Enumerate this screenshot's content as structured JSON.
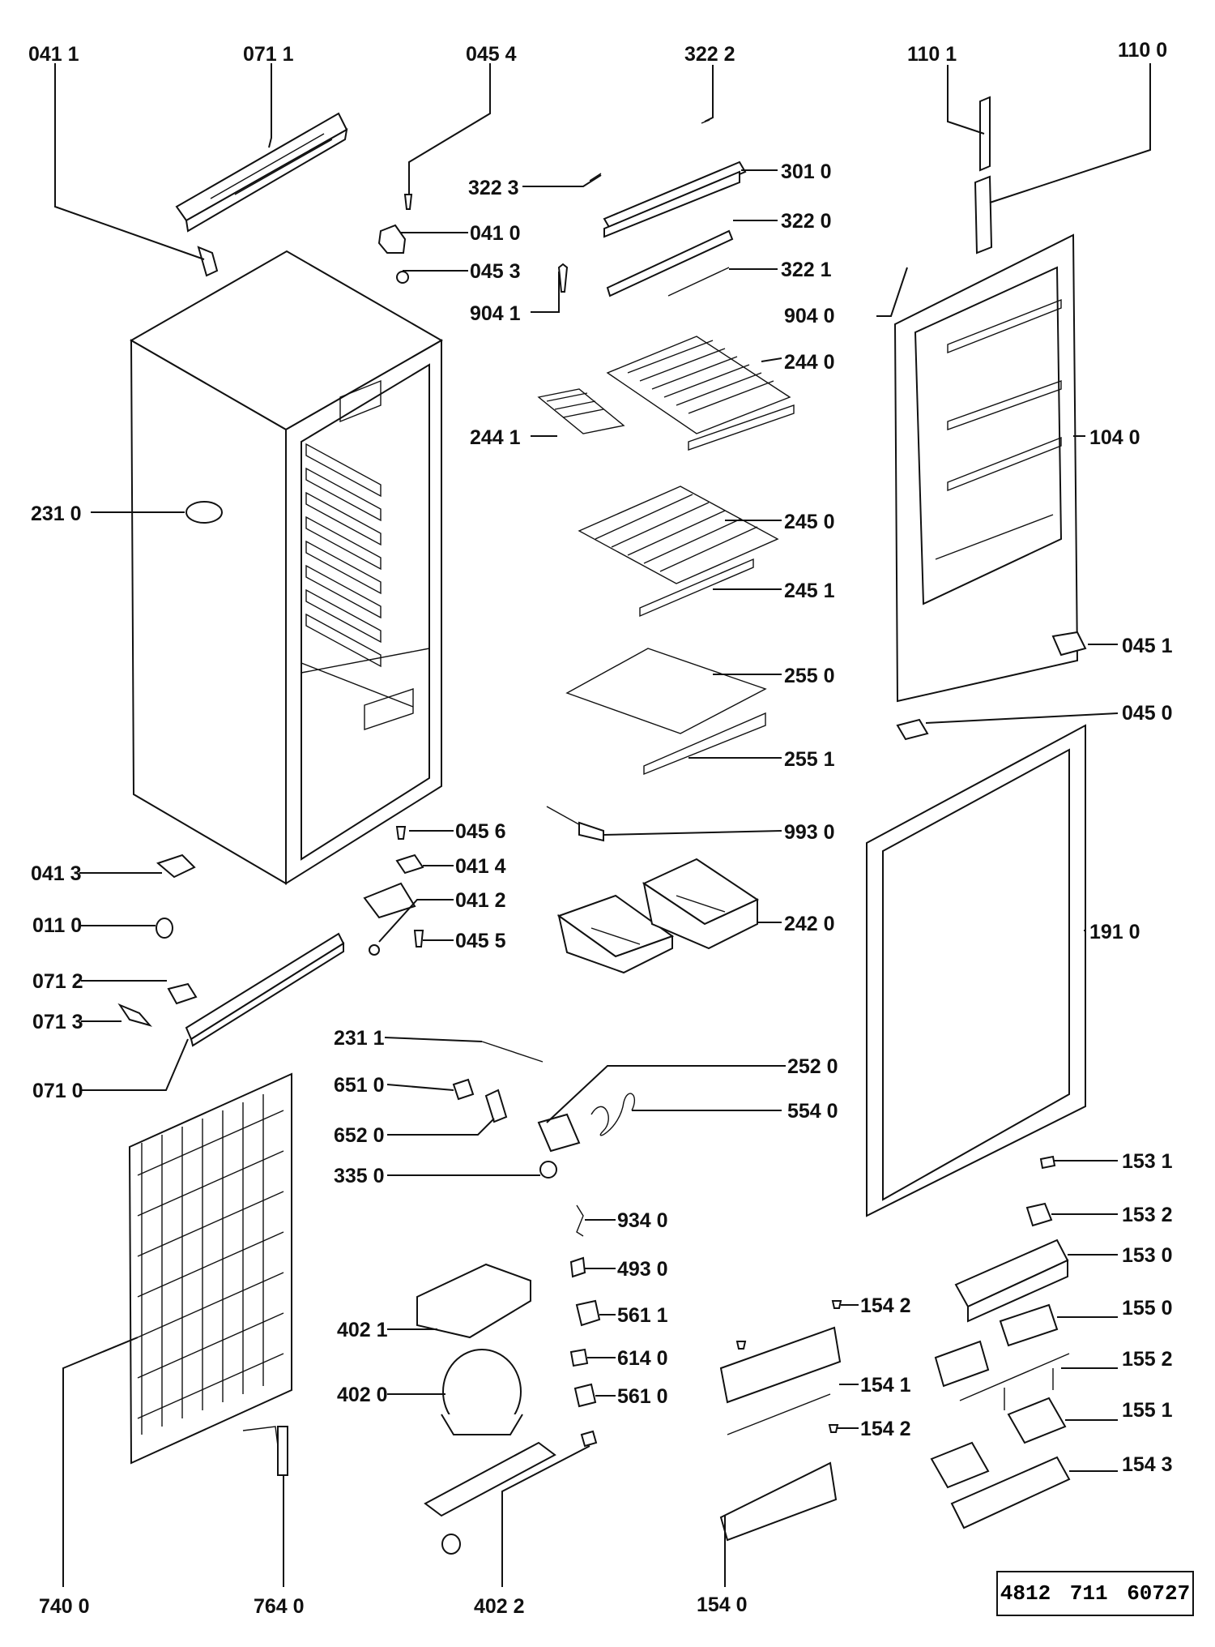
{
  "labels": {
    "l0411": "041 1",
    "l0711": "071 1",
    "l0454": "045 4",
    "l3222": "322 2",
    "l1101": "110 1",
    "l1100": "110 0",
    "l3223": "322 3",
    "l3010": "301 0",
    "l0410": "041 0",
    "l3220": "322 0",
    "l0453": "045 3",
    "l3221": "322 1",
    "l9041": "904 1",
    "l9040": "904 0",
    "l2440": "244 0",
    "l2441": "244 1",
    "l1040": "104 0",
    "l2310": "231 0",
    "l2450": "245 0",
    "l2451": "245 1",
    "l0451": "045 1",
    "l2550": "255 0",
    "l0450": "045 0",
    "l2551": "255 1",
    "l9930": "993 0",
    "l0456": "045 6",
    "l0413": "041 3",
    "l0414": "041 4",
    "l0412": "041 2",
    "l0110": "011 0",
    "l2420": "242 0",
    "l1910": "191 0",
    "l0455": "045 5",
    "l0712": "071 2",
    "l0713": "071 3",
    "l2311": "231 1",
    "l0710": "071 0",
    "l2520": "252 0",
    "l6510": "651 0",
    "l5540": "554 0",
    "l6520": "652 0",
    "l1531": "153 1",
    "l3350": "335 0",
    "l1532": "153 2",
    "l9340": "934 0",
    "l1530": "153 0",
    "l4930": "493 0",
    "l1542a": "154 2",
    "l1550": "155 0",
    "l4021": "402 1",
    "l5611": "561 1",
    "l6140": "614 0",
    "l1552": "155 2",
    "l1541": "154 1",
    "l4020": "402 0",
    "l5610": "561 0",
    "l1542b": "154 2",
    "l1551": "155 1",
    "l1543": "154 3",
    "l7400": "740 0",
    "l7640": "764 0",
    "l4022": "402 2",
    "l1540": "154 0"
  },
  "document_number": "4812  711  60727"
}
